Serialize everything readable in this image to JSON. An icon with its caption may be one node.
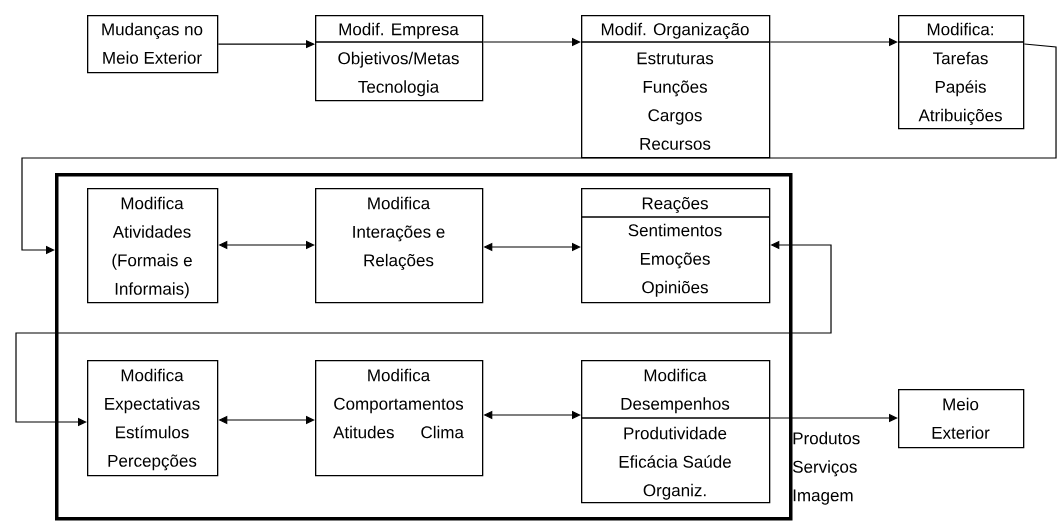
{
  "diagram": {
    "nodes": [
      {
        "text": [
          "Mudanças no Meio Exterior"
        ]
      },
      {
        "text": [
          "Modif. Empresa",
          "Objetivos/Metas Tecnologia"
        ]
      },
      {
        "text": [
          "Modif. Organização",
          "Estruturas Funções Cargos Recursos"
        ]
      },
      {
        "text": [
          "Modifica:",
          "Tarefas Papéis Atribuições"
        ]
      },
      {
        "text": [],
        "shape": "box"
      },
      {
        "text": [
          "Modifica Atividades (Formais e Informais)"
        ],
        "in": 4
      },
      {
        "text": [
          "Modifica Interações e Relações"
        ],
        "in": 4
      },
      {
        "text": [
          "Reações",
          "Sentimentos Emoções Opiniões"
        ],
        "in": 4
      },
      {
        "text": [
          "Modifica Expectativas Estímulos Percepções"
        ],
        "in": 4
      },
      {
        "text": [
          "Modifica Comportamentos Atitudes Clima"
        ],
        "in": 4
      },
      {
        "text": [
          "Modifica Desempenhos",
          "Produtividade Eficácia Saúde Organiz."
        ],
        "in": 4
      },
      {
        "text": [
          "Meio Exterior"
        ]
      }
    ],
    "edges": [
      {
        "from": 0,
        "to": 1,
        "arrow": "to"
      },
      {
        "from": 1,
        "to": 2,
        "arrow": "to"
      },
      {
        "from": 2,
        "to": 3,
        "arrow": "to"
      },
      {
        "from": 3,
        "to": 4,
        "arrow": "to"
      },
      {
        "from": 5,
        "to": 6,
        "arrow": "both"
      },
      {
        "from": 6,
        "to": 7,
        "arrow": "both"
      },
      {
        "from": 7,
        "to": 8,
        "arrow": "both"
      },
      {
        "from": 8,
        "to": 9,
        "arrow": "both"
      },
      {
        "from": 9,
        "to": 10,
        "arrow": "both"
      },
      {
        "from": 10,
        "to": 11,
        "arrow": "to",
        "label": "Produtos Serviços Imagem"
      }
    ]
  }
}
